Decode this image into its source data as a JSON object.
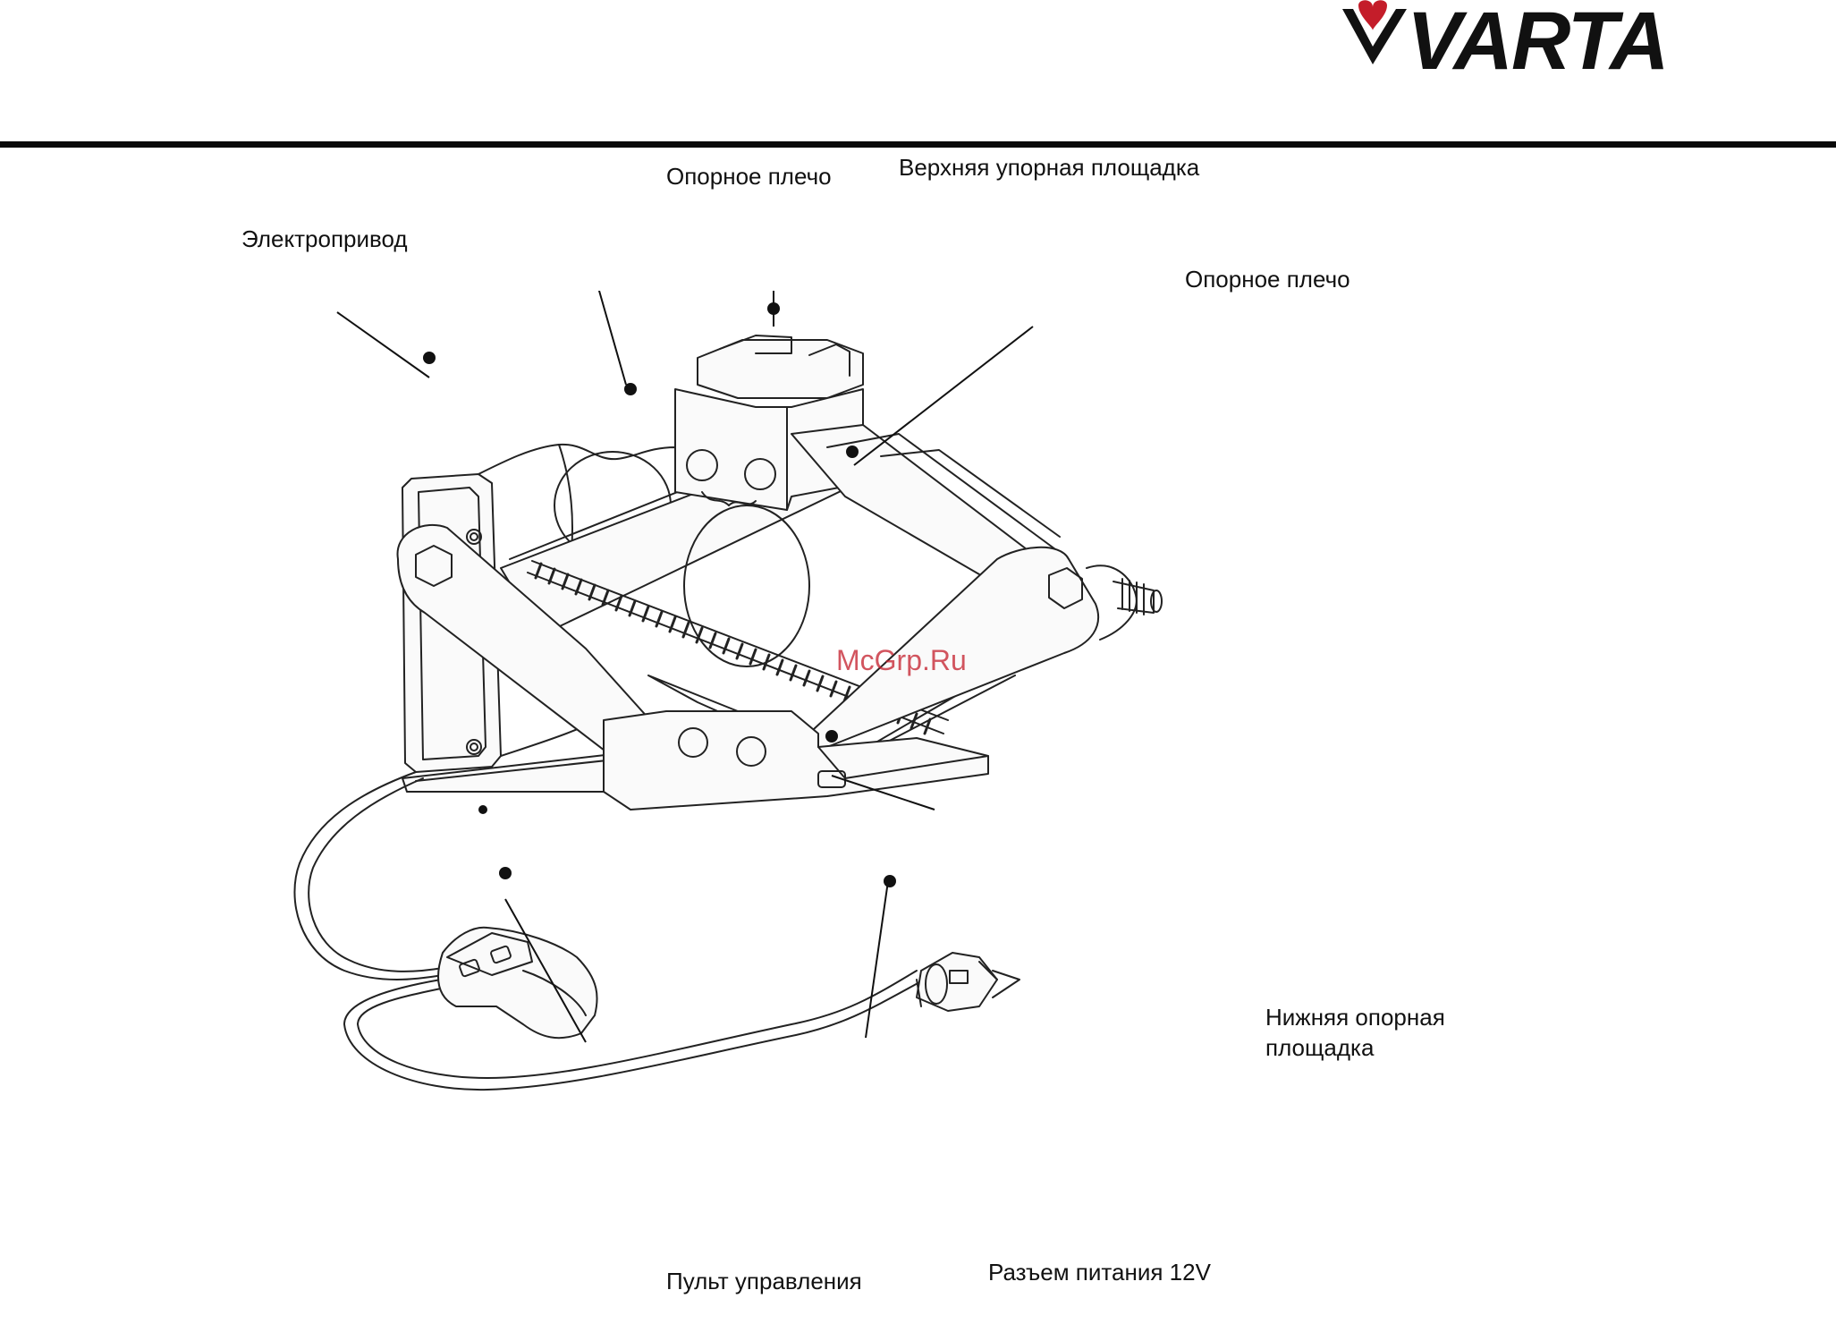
{
  "header": {
    "brand": "VARTA",
    "brand_color": "#c41d2a"
  },
  "watermark": "McGrp.Ru",
  "labels": {
    "electric_drive": "Электропривод",
    "support_arm_left": "Опорное плечо",
    "top_pad": "Верхняя упорная площадка",
    "support_arm_right": "Опорное плечо",
    "bottom_pad_line1": "Нижняя опорная",
    "bottom_pad_line2": "площадка",
    "remote": "Пульт управления",
    "power_plug": "Разъем питания 12V"
  }
}
